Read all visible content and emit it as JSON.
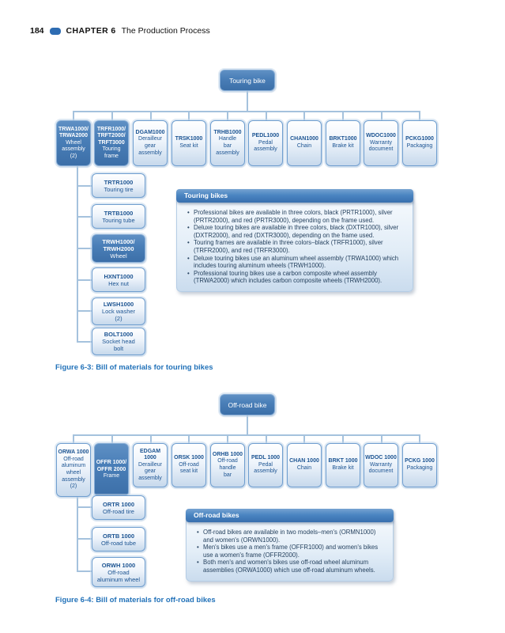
{
  "page_header": {
    "page_number": "184",
    "chapter_label": "CHAPTER 6",
    "chapter_title": "The Production Process"
  },
  "colors": {
    "accent_blue": "#2e6cb2",
    "node_highlight_fill": "#4a7fb8",
    "node_light_border": "#6f9ecf",
    "connector": "#a5c2dd",
    "callout_header": "#4b85c2",
    "caption_text": "#2272b9"
  },
  "figure_touring": {
    "root_label": "Touring bike",
    "caption": "Figure 6-3: Bill of materials for touring bikes",
    "components": [
      {
        "code": "TRWA1000/\nTRWA2000",
        "name": "Wheel\nassembly\n(2)"
      },
      {
        "code": "TRFR1000/\nTRFT2000/\nTRFT3000",
        "name": "Touring\nframe"
      },
      {
        "code": "DGAM1000",
        "name": "Derailleur\ngear\nassembly"
      },
      {
        "code": "TRSK1000",
        "name": "Seat kit"
      },
      {
        "code": "TRHB1000",
        "name": "Handle\nbar\nassembly"
      },
      {
        "code": "PEDL1000",
        "name": "Pedal\nassembly"
      },
      {
        "code": "CHAN1000",
        "name": "Chain"
      },
      {
        "code": "BRKT1000",
        "name": "Brake kit"
      },
      {
        "code": "WDOC1000",
        "name": "Warranty\ndocument"
      },
      {
        "code": "PCKG1000",
        "name": "Packaging"
      }
    ],
    "subcomponents": [
      {
        "code": "TRTR1000",
        "name": "Touring tire"
      },
      {
        "code": "TRTB1000",
        "name": "Touring tube"
      },
      {
        "code": "TRWH1000/\nTRWH2000",
        "name": "Wheel"
      },
      {
        "code": "HXNT1000",
        "name": "Hex nut"
      },
      {
        "code": "LWSH1000",
        "name": "Lock washer\n(2)"
      },
      {
        "code": "BOLT1000",
        "name": "Socket head\nbolt"
      }
    ],
    "callout": {
      "title": "Touring bikes",
      "bullets": [
        "Professional bikes are available in three colors, black (PRTR1000), silver (PRTR2000), and red (PRTR3000), depending on the frame used.",
        "Deluxe touring bikes are available in three colors, black (DXTR1000), silver (DXTR2000), and red (DXTR3000), depending on the frame used.",
        "Touring frames are available in three colors–black (TRFR1000), silver (TRFR2000), and red (TRFR3000).",
        "Deluxe touring bikes use an aluminum wheel assembly (TRWA1000) which includes touring aluminum wheels (TRWH1000).",
        "Professional touring bikes use a carbon composite wheel assembly (TRWA2000) which includes carbon composite wheels (TRWH2000)."
      ]
    }
  },
  "figure_offroad": {
    "root_label": "Off-road bike",
    "caption": "Figure 6-4: Bill of materials for off-road bikes",
    "components": [
      {
        "code": "ORWA 1000",
        "name": "Off-road\naluminum\nwheel\nassembly\n(2)"
      },
      {
        "code": "OFFR 1000/\nOFFR 2000",
        "name": "Frame"
      },
      {
        "code": "EDGAM 1000",
        "name": "Derailleur\ngear\nassembly"
      },
      {
        "code": "ORSK 1000",
        "name": "Off-road\nseat kit"
      },
      {
        "code": "ORHB 1000",
        "name": "Off-road\nhandle\nbar"
      },
      {
        "code": "PEDL 1000",
        "name": "Pedal\nassembly"
      },
      {
        "code": "CHAN 1000",
        "name": "Chain"
      },
      {
        "code": "BRKT 1000",
        "name": "Brake kit"
      },
      {
        "code": "WDOC 1000",
        "name": "Warranty\ndocument"
      },
      {
        "code": "PCKG 1000",
        "name": "Packaging"
      }
    ],
    "subcomponents": [
      {
        "code": "ORTR 1000",
        "name": "Off-road tire"
      },
      {
        "code": "ORTB 1000",
        "name": "Off-road tube"
      },
      {
        "code": "ORWH 1000",
        "name": "Off-road\naluminum wheel"
      }
    ],
    "callout": {
      "title": "Off-road bikes",
      "bullets": [
        "Off-road bikes are available in two models–men's (ORMN1000) and women's (ORWN1000).",
        "Men's bikes use a men's frame (OFFR1000) and women's bikes use a women's frame (OFFR2000).",
        "Both men's and women's bikes use off-road wheel aluminum assemblies (ORWA1000) which use off-road aluminum wheels."
      ]
    }
  }
}
